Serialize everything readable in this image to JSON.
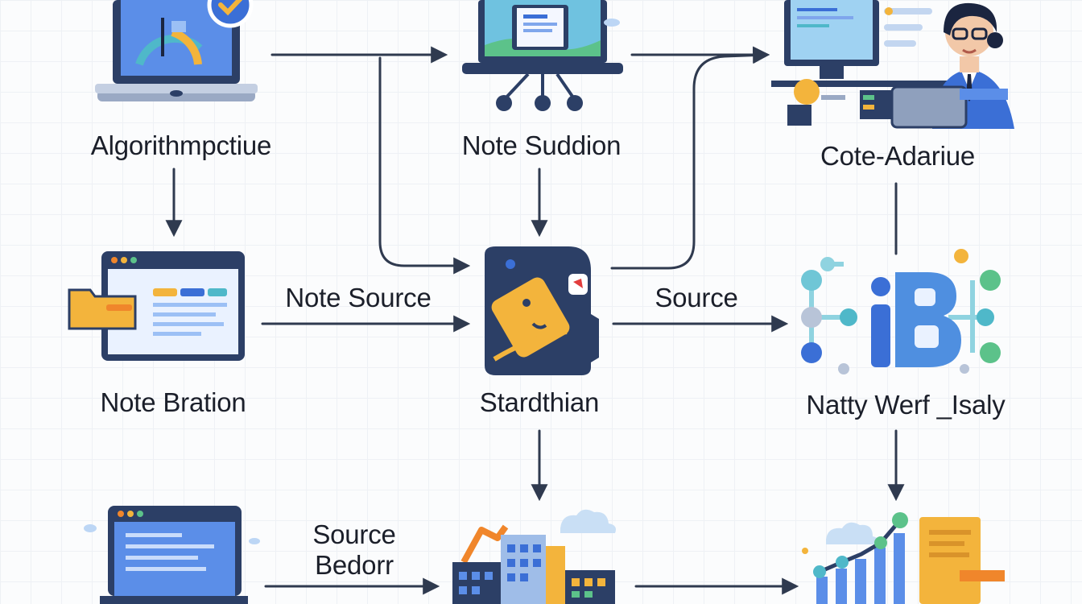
{
  "nodes": {
    "algorithm": "Algorithmpctiue",
    "note_suddion": "Note Suddion",
    "cote_adariue": "Cote-Adariue",
    "note_bration": "Note Bration",
    "stardthian": "Stardthian",
    "natty_werf": "Natty Werf _Isaly"
  },
  "edges": {
    "note_source": "Note Source",
    "source": "Source",
    "source_bedorr_line1": "Source",
    "source_bedorr_line2": "Bedorr"
  },
  "colors": {
    "arrow": "#2f3a4f",
    "primary_blue": "#3b6fd6",
    "navy": "#2c3f66",
    "yellow": "#f3b43c",
    "orange": "#f0862b",
    "teal": "#4fb8c9",
    "green": "#5cc28a"
  }
}
